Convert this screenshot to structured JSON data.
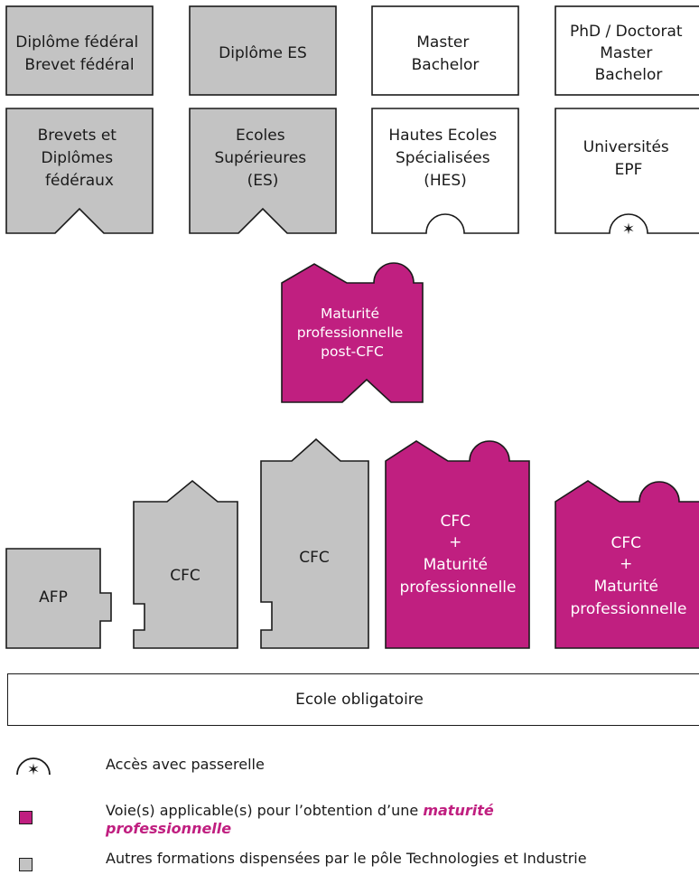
{
  "top_row": [
    {
      "lines": [
        "Diplôme fédéral",
        "Brevet fédéral"
      ],
      "fill": "gray"
    },
    {
      "lines": [
        "Diplôme ES"
      ],
      "fill": "gray"
    },
    {
      "lines": [
        "Master",
        "Bachelor"
      ],
      "fill": "white"
    },
    {
      "lines": [
        "PhD / Doctorat",
        "Master",
        "Bachelor"
      ],
      "fill": "white"
    }
  ],
  "second_row": [
    {
      "lines": [
        "Brevets et",
        "Diplômes",
        "fédéraux"
      ],
      "fill": "gray",
      "notch": "triangle"
    },
    {
      "lines": [
        "Ecoles",
        "Supérieures",
        "(ES)"
      ],
      "fill": "gray",
      "notch": "triangle"
    },
    {
      "lines": [
        "Hautes Ecoles",
        "Spécialisées",
        "(HES)"
      ],
      "fill": "white",
      "notch": "semicircle"
    },
    {
      "lines": [
        "Universités",
        "EPF"
      ],
      "fill": "white",
      "notch": "semicircle-star"
    }
  ],
  "mpc_post": {
    "lines": [
      "Maturité",
      "professionnelle",
      "post-CFC"
    ],
    "fill": "magenta"
  },
  "bottom_row": [
    {
      "lines": [
        "AFP"
      ],
      "fill": "gray"
    },
    {
      "lines": [
        "CFC"
      ],
      "fill": "gray"
    },
    {
      "lines": [
        "CFC"
      ],
      "fill": "gray"
    },
    {
      "lines": [
        "CFC",
        "+",
        "Maturité",
        "professionnelle"
      ],
      "fill": "magenta"
    },
    {
      "lines": [
        "CFC",
        "+",
        "Maturité",
        "professionnelle"
      ],
      "fill": "magenta"
    }
  ],
  "base": {
    "label": "Ecole obligatoire"
  },
  "legend": {
    "passerelle": "Accès avec passerelle",
    "voie_prefix": "Voie(s) applicable(s) pour l’obtention d’une ",
    "voie_em_line1": "maturité",
    "voie_em_line2": "professionnelle",
    "autres": "Autres formations dispensées par le pôle Technologies et Industrie"
  },
  "colors": {
    "gray": "#c3c3c3",
    "magenta": "#c01f80",
    "stroke": "#1a1a1a",
    "white": "#ffffff"
  }
}
